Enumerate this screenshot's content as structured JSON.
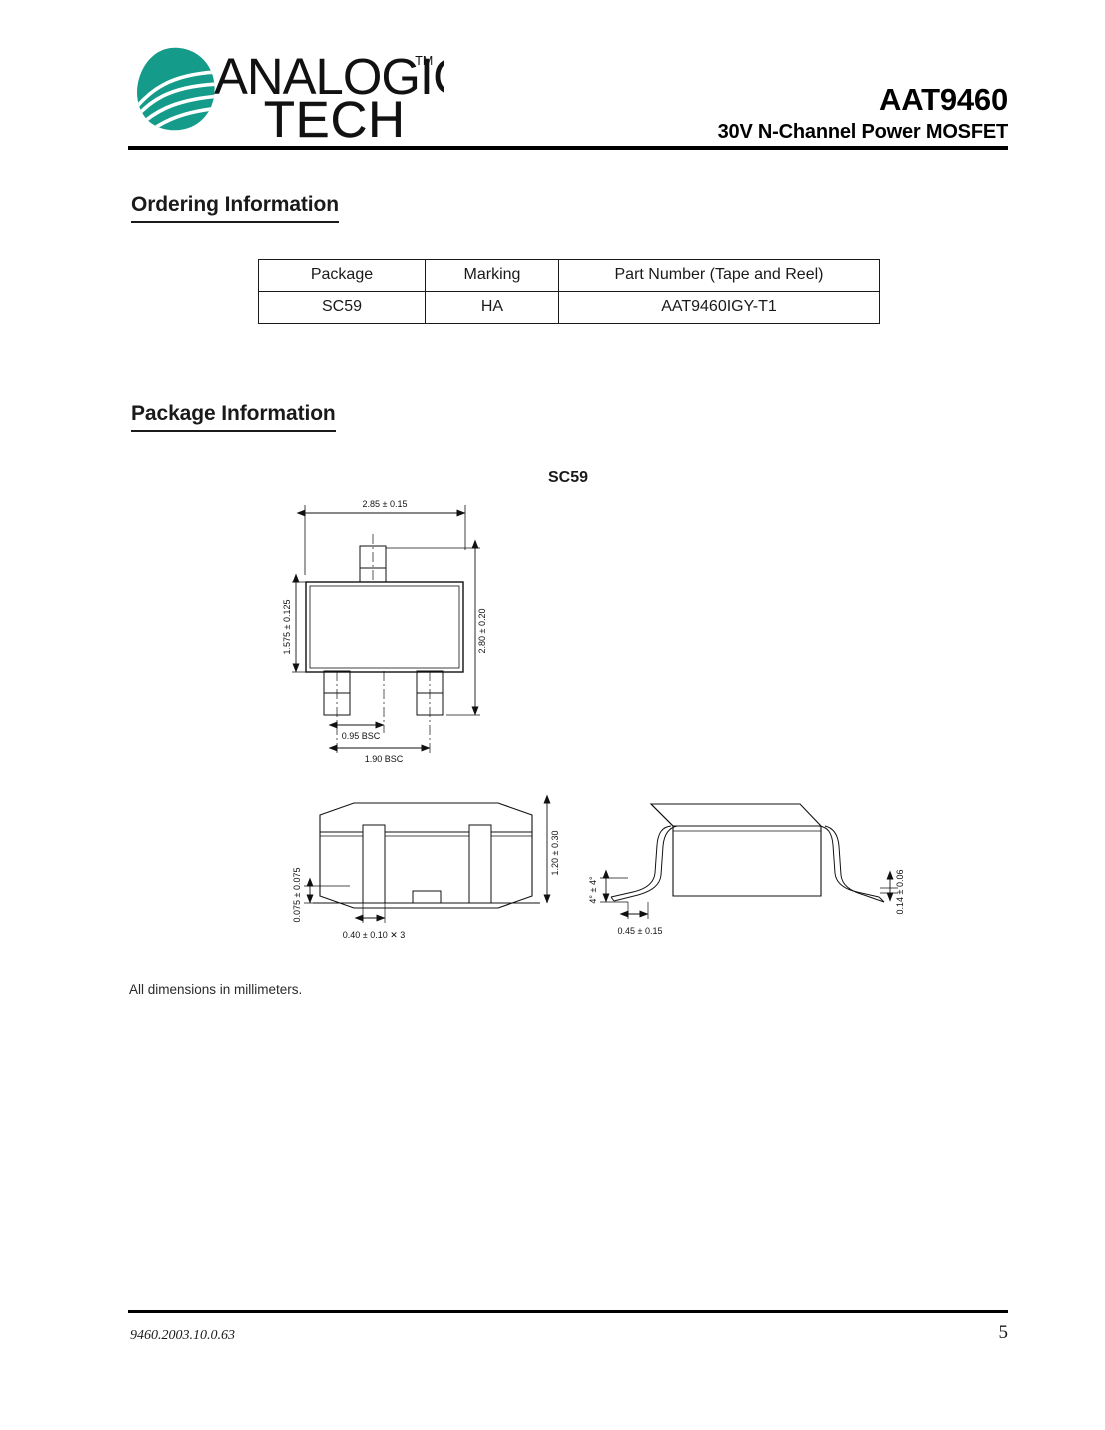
{
  "header": {
    "logo_name": "analogic-tech-logo",
    "brand_line1": "ANALOGIC",
    "brand_line2": "TECH",
    "brand_tm": "TM",
    "brand_color": "#159b8a",
    "part_number": "AAT9460",
    "subtitle": "30V N-Channel Power MOSFET"
  },
  "sections": {
    "ordering_title": "Ordering Information",
    "package_title": "Package Information"
  },
  "ordering_table": {
    "headers": [
      "Package",
      "Marking",
      "Part Number (Tape and Reel)"
    ],
    "rows": [
      [
        "SC59",
        "HA",
        "AAT9460IGY-T1"
      ]
    ]
  },
  "package_drawing": {
    "package_name": "SC59",
    "top_view": {
      "width_dim": "2.85 ± 0.15",
      "body_height_dim": "1.575 ± 0.125",
      "total_height_dim": "2.80 ± 0.20",
      "lead_pitch_dim": "0.95 BSC",
      "lead_span_dim": "1.90 BSC"
    },
    "front_view": {
      "body_height_dim": "1.20 ± 0.30",
      "standoff_dim": "0.075 ± 0.075",
      "lead_width_dim": "0.40 ± 0.10 ✕ 3"
    },
    "side_view": {
      "lead_angle_dim": "4° ± 4°",
      "foot_length_dim": "0.45 ± 0.15",
      "lead_thickness_dim": "0.14 ± 0.06"
    }
  },
  "notes": {
    "dimensions_note": "All dimensions in millimeters."
  },
  "footer": {
    "doc_id": "9460.2003.10.0.63",
    "page_number": "5"
  }
}
